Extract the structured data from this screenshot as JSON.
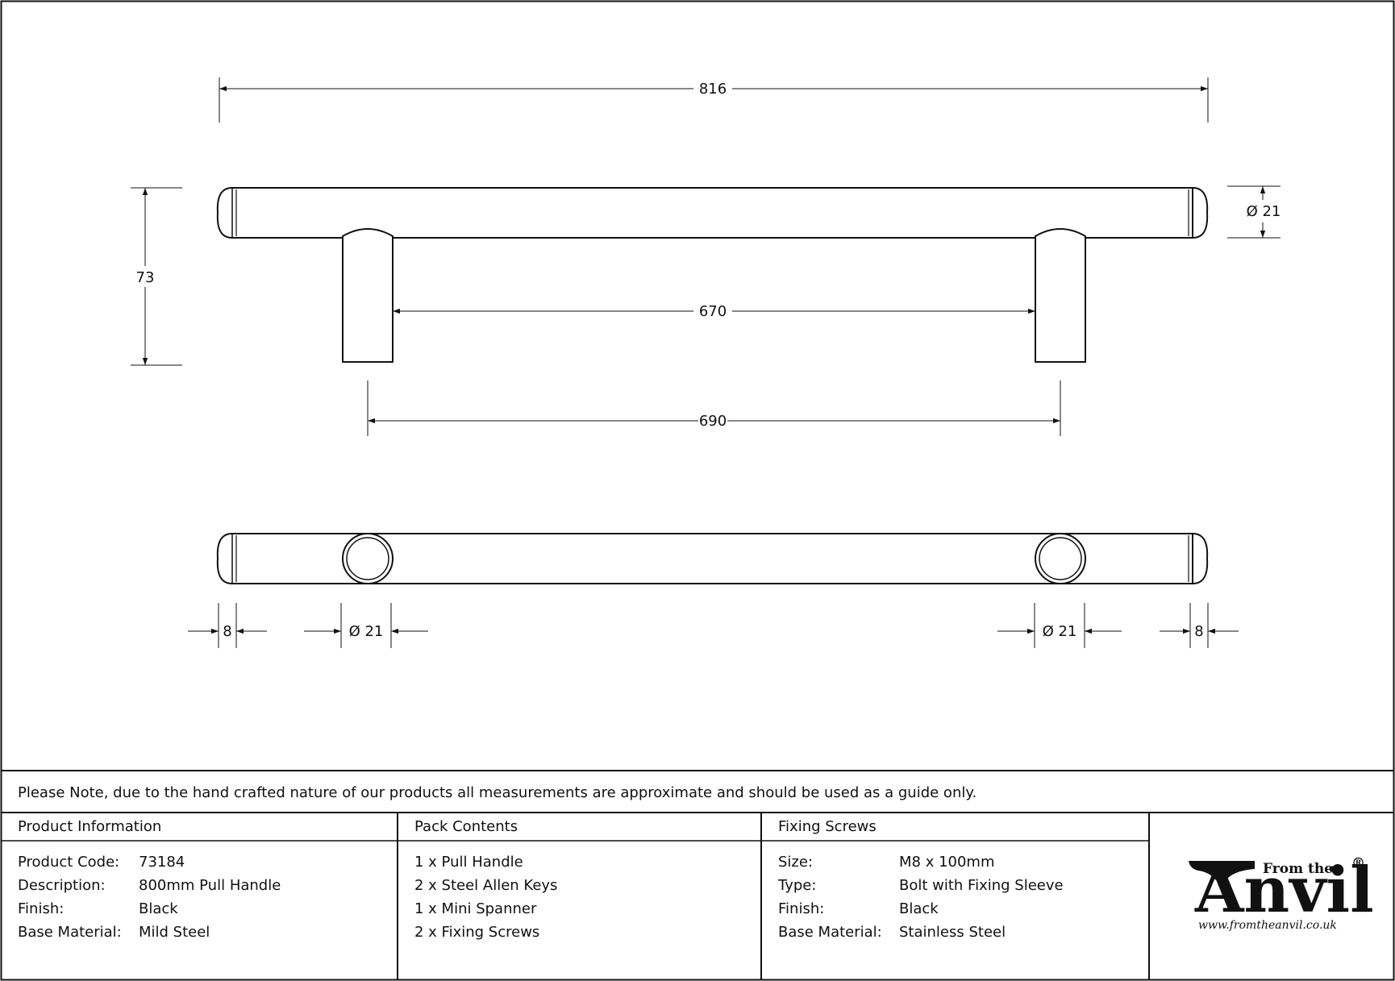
{
  "dimensions": {
    "overall_length": "816",
    "height": "73",
    "bar_diameter": "Ø 21",
    "inner_gap": "670",
    "centres": "690",
    "end_cap_left": "8",
    "leg_diameter_left": "Ø 21",
    "leg_diameter_right": "Ø 21",
    "end_cap_right": "8"
  },
  "note": "Please Note, due to the hand crafted nature of our products all measurements are approximate and should be used as a guide only.",
  "product_info": {
    "heading": "Product Information",
    "rows": [
      {
        "label": "Product Code:",
        "value": "73184"
      },
      {
        "label": "Description:",
        "value": "800mm Pull Handle"
      },
      {
        "label": "Finish:",
        "value": "Black"
      },
      {
        "label": "Base Material:",
        "value": "Mild Steel"
      }
    ]
  },
  "pack_contents": {
    "heading": "Pack Contents",
    "items": [
      "1 x Pull Handle",
      "2 x Steel Allen Keys",
      "1 x Mini Spanner",
      "2 x Fixing Screws"
    ]
  },
  "fixing_screws": {
    "heading": "Fixing Screws",
    "rows": [
      {
        "label": "Size:",
        "value": "M8 x 100mm"
      },
      {
        "label": "Type:",
        "value": "Bolt with Fixing Sleeve"
      },
      {
        "label": "Finish:",
        "value": "Black"
      },
      {
        "label": "Base Material:",
        "value": "Stainless Steel"
      }
    ]
  },
  "logo": {
    "from_the": "From the",
    "anvil": "Anvil",
    "registered": "®",
    "url": "www.fromtheanvil.co.uk"
  }
}
